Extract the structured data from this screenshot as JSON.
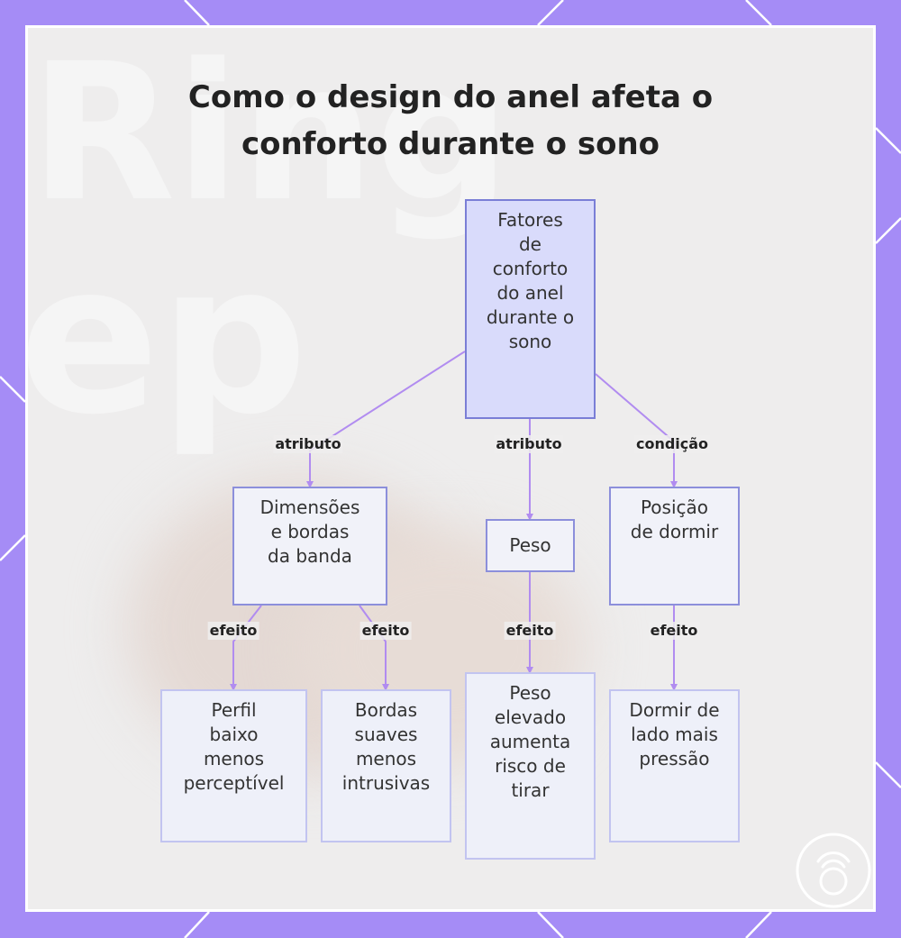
{
  "diagram": {
    "title_lines": [
      "Como o design do anel afeta o",
      "conforto durante o sono"
    ],
    "watermark": {
      "line1": "Ring",
      "line2": "ep"
    },
    "nodes": {
      "root": [
        "Fatores",
        "de",
        "conforto",
        "do anel",
        "durante o",
        "sono"
      ],
      "dimensions": [
        "Dimensões",
        "e bordas",
        "da banda"
      ],
      "weight": [
        "Peso"
      ],
      "position": [
        "Posição",
        "de dormir"
      ],
      "low_profile": [
        "Perfil",
        "baixo",
        "menos",
        "perceptível"
      ],
      "smooth_edges": [
        "Bordas",
        "suaves",
        "menos",
        "intrusivas"
      ],
      "heavy": [
        "Peso",
        "elevado",
        "aumenta",
        "risco de",
        "tirar"
      ],
      "side_sleep": [
        "Dormir de",
        "lado mais",
        "pressão"
      ]
    },
    "edge_labels": {
      "root_dimensions": "atributo",
      "root_weight": "atributo",
      "root_position": "condição",
      "dimensions_low_profile": "efeito",
      "dimensions_smooth_edges": "efeito",
      "weight_heavy": "efeito",
      "position_side_sleep": "efeito"
    },
    "colors": {
      "frame": "#a58cf6",
      "edge_line": "#b18cf0",
      "root_fill": "#d9dbfb",
      "node_border": "#8c8fdb"
    },
    "icons": {
      "corner_logo": "camera-lens-logo-icon"
    }
  }
}
